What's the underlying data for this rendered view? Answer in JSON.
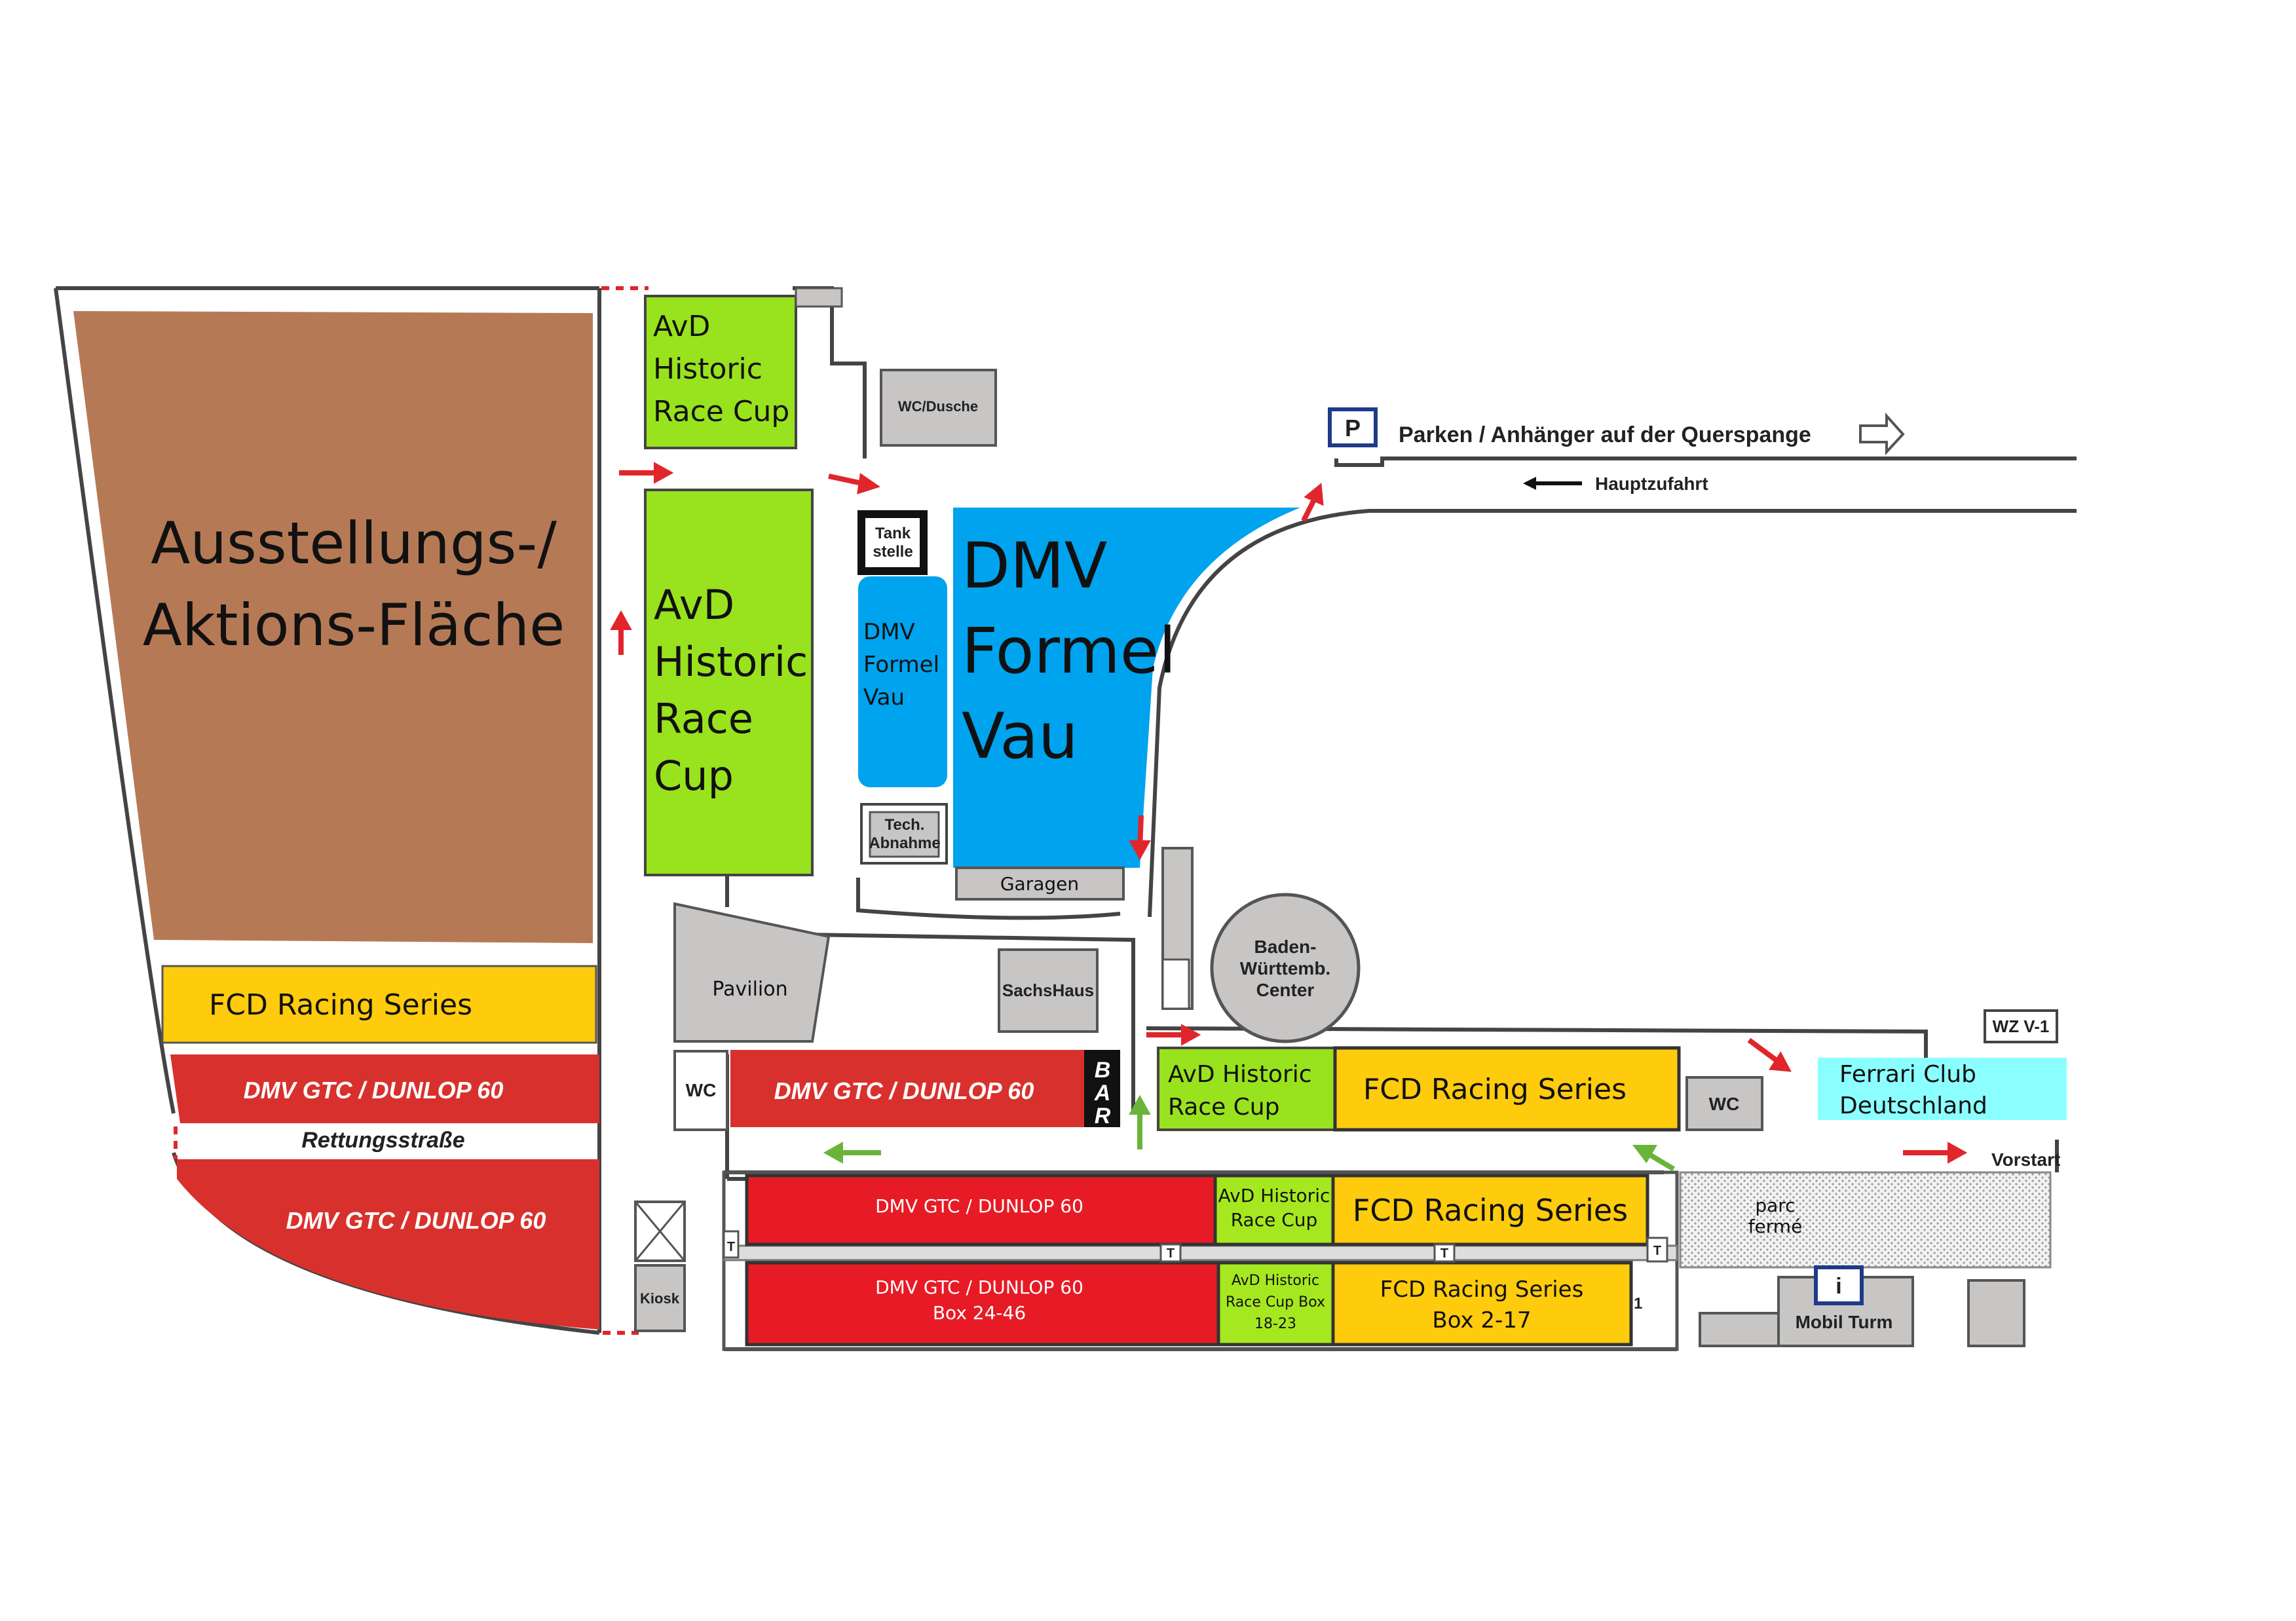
{
  "colors": {
    "brown": "#B57A55",
    "green": "#99E21E",
    "green_small": "#A6E81F",
    "blue": "#00A3EE",
    "yellow": "#FFCB0D",
    "red_dark": "#D8312D",
    "red": "#E71B25",
    "cyan": "#8BFFFF",
    "grey_building": "#C8C5C5",
    "arrow_red": "#E0262B",
    "arrow_green": "#6BB43A"
  },
  "areas": {
    "ausstellung": {
      "line1": "Ausstellungs-/",
      "line2": "Aktions-Fläche"
    },
    "avd_top": {
      "line1": "AvD",
      "line2": "Historic",
      "line3": "Race Cup"
    },
    "avd_big": {
      "line1": "AvD",
      "line2": "Historic",
      "line3": "Race",
      "line4": "Cup"
    },
    "dmv_fv_small": {
      "line1": "DMV",
      "line2": "Formel",
      "line3": "Vau"
    },
    "dmv_fv_big": {
      "line1": "DMV",
      "line2": "Formel",
      "line3": "Vau"
    },
    "fcd_left": "FCD Racing Series",
    "dmv_gtc_left1": "DMV GTC / DUNLOP 60",
    "rettungsstrasse": "Rettungsstraße",
    "dmv_gtc_left2": "DMV GTC / DUNLOP 60",
    "dmv_gtc_mid": "DMV GTC / DUNLOP 60",
    "bar": [
      "B",
      "A",
      "R"
    ],
    "avd_mid": {
      "line1": "AvD Historic",
      "line2": "Race Cup"
    },
    "fcd_mid": "FCD Racing Series",
    "ferrari": {
      "line1": "Ferrari Club",
      "line2": "Deutschland"
    },
    "box_row1": {
      "dmv": "DMV GTC / DUNLOP 60",
      "avd": {
        "line1": "AvD Historic",
        "line2": "Race Cup"
      },
      "fcd": "FCD Racing Series"
    },
    "box_row2": {
      "dmv": {
        "line1": "DMV GTC / DUNLOP 60",
        "line2": "Box 24-46"
      },
      "avd": {
        "line1": "AvD Historic",
        "line2": "Race Cup Box",
        "line3": "18-23"
      },
      "fcd": {
        "line1": "FCD Racing Series",
        "line2": "Box 2-17"
      }
    }
  },
  "buildings": {
    "wc_dusche": "WC/Dusche",
    "parking_icon": "P",
    "parking_text": "Parken / Anhänger auf der Querspange",
    "hauptzufahrt": "Hauptzufahrt",
    "tankstelle": {
      "line1": "Tank",
      "line2": "stelle"
    },
    "tech": {
      "line1": "Tech.",
      "line2": "Abnahme"
    },
    "garagen": "Garagen",
    "pavilion": "Pavilion",
    "sachshaus": "SachsHaus",
    "bw_center": {
      "line1": "Baden-",
      "line2": "Württemb.",
      "line3": "Center"
    },
    "wzv1": "WZ V-1",
    "wc_left": "WC",
    "wc_right": "WC",
    "vorstart": "Vorstart",
    "parc_ferme": {
      "line1": "parc",
      "line2": "fermé"
    },
    "info_icon": "i",
    "mobil_turm": "Mobil Turm",
    "kiosk": "Kiosk",
    "t_marker": "T",
    "one_marker": "1"
  }
}
